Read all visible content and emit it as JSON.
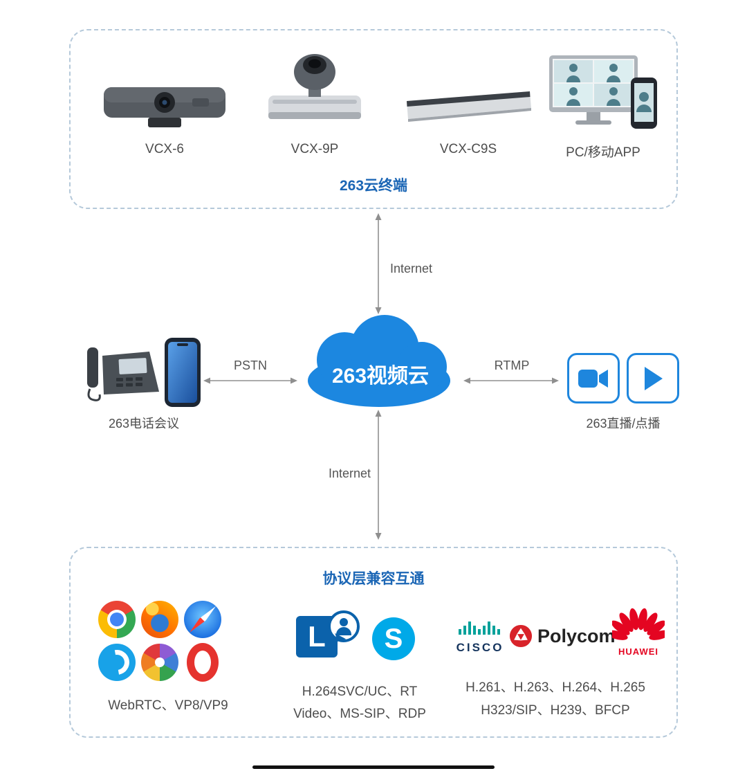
{
  "colors": {
    "accent_blue": "#1e86dd",
    "title_blue": "#1b66b5",
    "cloud_blue": "#1c87e0",
    "arrow_gray": "#8f8f8f",
    "label_gray": "#4d4d4d",
    "dash_border": "#b5c9da"
  },
  "top_box": {
    "title": "263云终端",
    "devices": [
      {
        "label": "VCX-6"
      },
      {
        "label": "VCX-9P"
      },
      {
        "label": "VCX-C9S"
      },
      {
        "label": "PC/移动APP"
      }
    ]
  },
  "links": {
    "internet_top": "Internet",
    "internet_bottom": "Internet",
    "pstn": "PSTN",
    "rtmp": "RTMP"
  },
  "cloud": {
    "label": "263视频云"
  },
  "phone_node": {
    "label": "263电话会议"
  },
  "stream_node": {
    "label": "263直播/点播"
  },
  "bottom_box": {
    "title": "协议层兼容互通",
    "web_group": {
      "label": "WebRTC、VP8/VP9"
    },
    "ms_group": {
      "line1": "H.264SVC/UC、RT",
      "line2": "Video、MS-SIP、RDP"
    },
    "vendor_group": {
      "line1": "H.261、H.263、H.264、H.265",
      "line2": "H323/SIP、H239、BFCP",
      "cisco": "CISCO",
      "polycom": "Polycom",
      "huawei": "HUAWEI"
    }
  },
  "icons": {
    "lync_letter": "L",
    "skype_letter": "S"
  }
}
